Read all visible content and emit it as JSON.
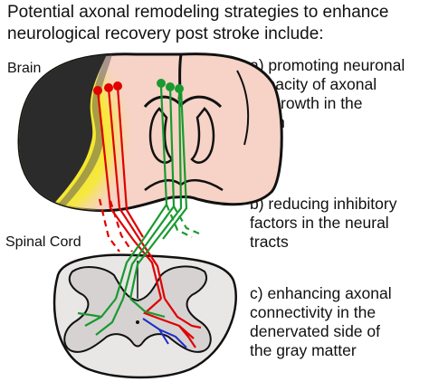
{
  "title": {
    "line1": "Potential axonal remodeling strategies to enhance",
    "line2": "neurological recovery post stroke include:"
  },
  "labels": {
    "brain": "Brain",
    "spinal_cord": "Spinal Cord"
  },
  "strategies": [
    {
      "lines": [
        "a) promoting neuronal",
        "capacity of axonal",
        "outgrowth in the",
        "brain"
      ]
    },
    {
      "lines": [
        "b) reducing inhibitory",
        "factors in the neural",
        "tracts"
      ]
    },
    {
      "lines": [
        "c) enhancing axonal",
        "connectivity in the",
        "denervated side of",
        "the gray matter"
      ]
    }
  ],
  "colors": {
    "lesion": "#2b2b2b",
    "penumbra": "#f2e300",
    "tissue": "#f6d3c6",
    "gray_matter": "#d6d2d2",
    "white_matter": "#e9e6e6",
    "red_tract": "#e00000",
    "green_tract": "#1a9a30",
    "blue_sprout": "#1c2cc8"
  }
}
